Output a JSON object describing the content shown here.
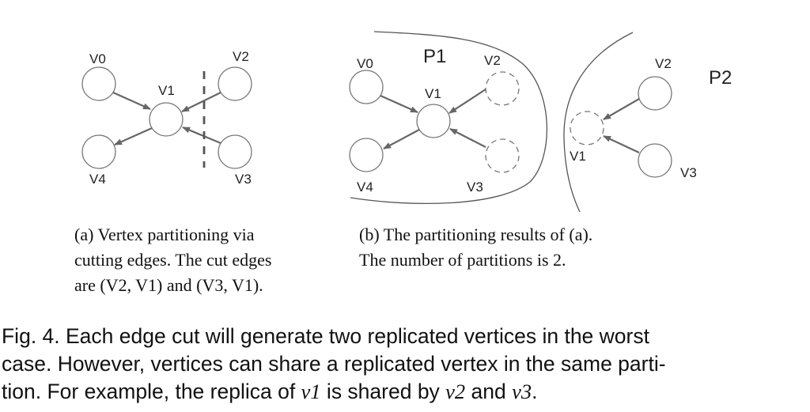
{
  "panel_a": {
    "labels": {
      "v0": "V0",
      "v1": "V1",
      "v2": "V2",
      "v3": "V3",
      "v4": "V4"
    },
    "caption_lines": [
      "(a) Vertex partitioning via",
      "cutting edges. The cut edges",
      "are (V2, V1) and (V3, V1)."
    ]
  },
  "panel_b": {
    "labels": {
      "p1": "P1",
      "p2": "P2",
      "v0": "V0",
      "v1": "V1",
      "v2": "V2",
      "v3": "V3",
      "v4": "V4",
      "v1_replica": "V1",
      "v2_p2": "V2",
      "v3_p2": "V3"
    },
    "caption_lines": [
      "(b) The partitioning results of (a).",
      "The number of partitions is 2."
    ]
  },
  "figure_caption": {
    "line1": "Fig. 4. Each edge cut will generate two replicated vertices in the worst",
    "line2": "case. However, vertices can share a replicated vertex in the same parti-",
    "line3_pre": "tion. For example, the replica of ",
    "v1": "v1",
    "line3_mid": " is shared by ",
    "v2": "v2",
    "and": " and ",
    "v3": "v3",
    "end": "."
  },
  "colors": {
    "edge": "#666666",
    "node": "#777777",
    "text": "#111111"
  }
}
